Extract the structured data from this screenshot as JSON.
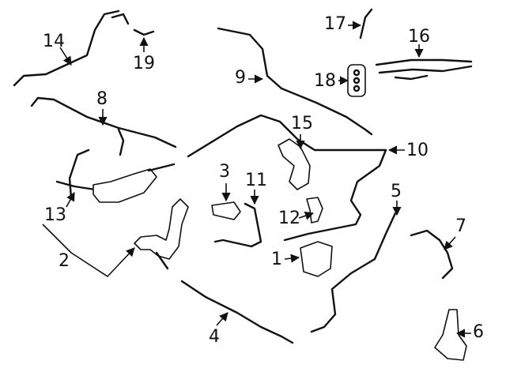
{
  "diagram": {
    "background_color": "#ffffff",
    "line_color": "#111111",
    "callouts": [
      {
        "id": "c1",
        "label": "1"
      },
      {
        "id": "c2",
        "label": "2"
      },
      {
        "id": "c3",
        "label": "3"
      },
      {
        "id": "c4",
        "label": "4"
      },
      {
        "id": "c5",
        "label": "5"
      },
      {
        "id": "c6",
        "label": "6"
      },
      {
        "id": "c7",
        "label": "7"
      },
      {
        "id": "c8",
        "label": "8"
      },
      {
        "id": "c9",
        "label": "9"
      },
      {
        "id": "c10",
        "label": "10"
      },
      {
        "id": "c11",
        "label": "11"
      },
      {
        "id": "c12",
        "label": "12"
      },
      {
        "id": "c13",
        "label": "13"
      },
      {
        "id": "c14",
        "label": "14"
      },
      {
        "id": "c15",
        "label": "15"
      },
      {
        "id": "c16",
        "label": "16"
      },
      {
        "id": "c17",
        "label": "17"
      },
      {
        "id": "c18",
        "label": "18"
      },
      {
        "id": "c19",
        "label": "19"
      }
    ]
  }
}
